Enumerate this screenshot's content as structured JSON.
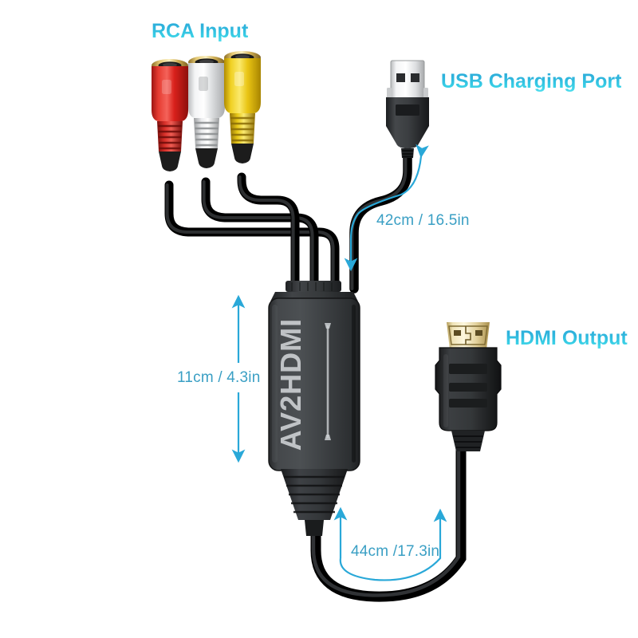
{
  "diagram": {
    "title": "AV2HDMI converter cable product dimension diagram",
    "background_color": "#ffffff",
    "label_color": "#2fb6dd",
    "dimension_text_color": "#3a9fc4",
    "arrow_color": "#29a8d8",
    "cable_color": "#111111",
    "body_color": "#3a3d40"
  },
  "labels": {
    "rca_input": "RCA Input",
    "usb_charging_port": "USB Charging Port",
    "hdmi_output": "HDMI Output"
  },
  "dimensions": {
    "usb_cable": "42cm / 16.5in",
    "converter_body": "11cm / 4.3in",
    "hdmi_cable": "44cm /17.3in"
  },
  "device": {
    "brand_text": "AV2HDMI",
    "connectors": [
      {
        "name": "rca-red",
        "label": "RCA red",
        "color": "#e02a28",
        "ring_color": "#d3a94b"
      },
      {
        "name": "rca-white",
        "label": "RCA white",
        "color": "#f2f2f2",
        "ring_color": "#d3a94b"
      },
      {
        "name": "rca-yellow",
        "label": "RCA yellow",
        "color": "#f2d215",
        "ring_color": "#d3a94b"
      },
      {
        "name": "usb-type-a",
        "label": "USB Type-A",
        "color": "#3a3d40",
        "shell_color": "#e8e8e8"
      },
      {
        "name": "hdmi-type-a",
        "label": "HDMI Type-A",
        "color": "#2b2d2f",
        "contact_color": "#e8d9a8"
      }
    ]
  },
  "icons": {
    "arrow_usb": "double-arrow-s-curve",
    "arrow_box": "double-arrow-vertical",
    "arrow_hdmi": "double-arrow-u-curve"
  }
}
